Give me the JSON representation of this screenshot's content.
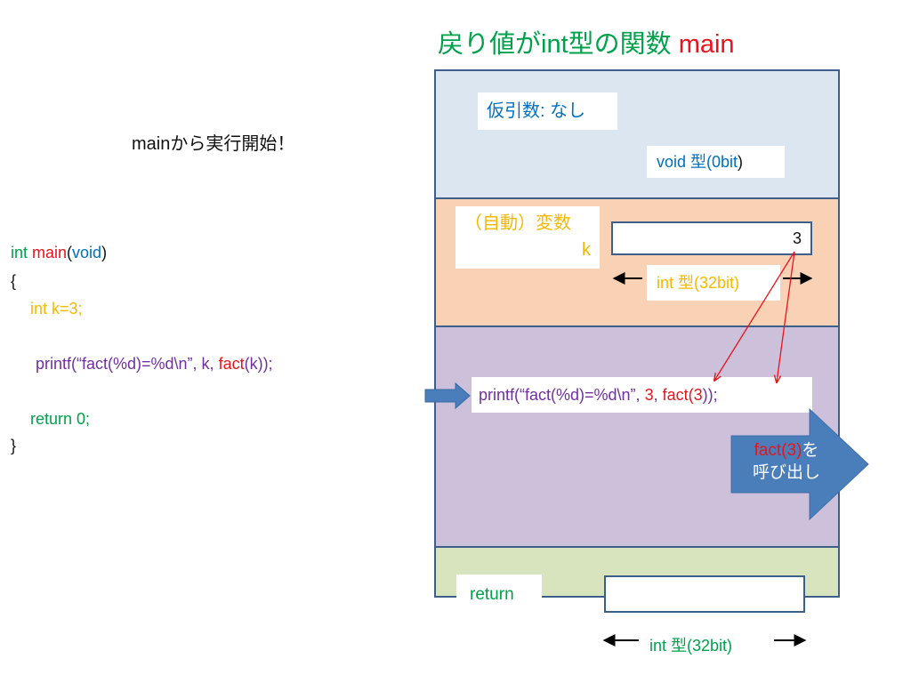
{
  "title": {
    "prefix": "戻り値がint型の関数 ",
    "function_name": "main"
  },
  "note": "mainから実行開始！",
  "code": {
    "line1": {
      "type": "int",
      "name": "main",
      "open": "(",
      "param": "void",
      "close": ")"
    },
    "open_brace": "{",
    "line2": "int k=3;",
    "line3": {
      "prefix": "printf(“fact(%d)=%d\\n”, k, ",
      "call": "fact",
      "suffix": "(k));"
    },
    "line4": "return 0;",
    "close_brace": "}"
  },
  "frame": {
    "params": {
      "label": "仮引数: なし",
      "type_prefix": "void 型(0bit",
      "type_suffix": ")"
    },
    "locals": {
      "label1": "（自動）変数",
      "label2": "k",
      "value": "3",
      "type_label": "int 型(32bit)"
    },
    "body": {
      "stmt": {
        "prefix": "printf(“fact(%d)=%d\\n”, ",
        "arg1": "3",
        "sep": ", ",
        "call": "fact(",
        "arg2": "3",
        "suffix": "));"
      },
      "callout": {
        "red": "fact(3)",
        "rest1": "を",
        "line2": "呼び出し"
      }
    },
    "return": {
      "label": "return",
      "type_label": "int 型(32bit)"
    }
  },
  "colors": {
    "title_green": "#00a14b",
    "red": "#e8141b",
    "blue": "#0070c0",
    "orange": "#f5b800",
    "purple": "#7030a0",
    "params_bg": "#dce6f0",
    "locals_bg": "#f9d2b6",
    "body_bg": "#ccc0da",
    "return_bg": "#d7e4bd",
    "frame_border": "#3e5f8a",
    "arrow_blue": "#4a7ebb"
  }
}
